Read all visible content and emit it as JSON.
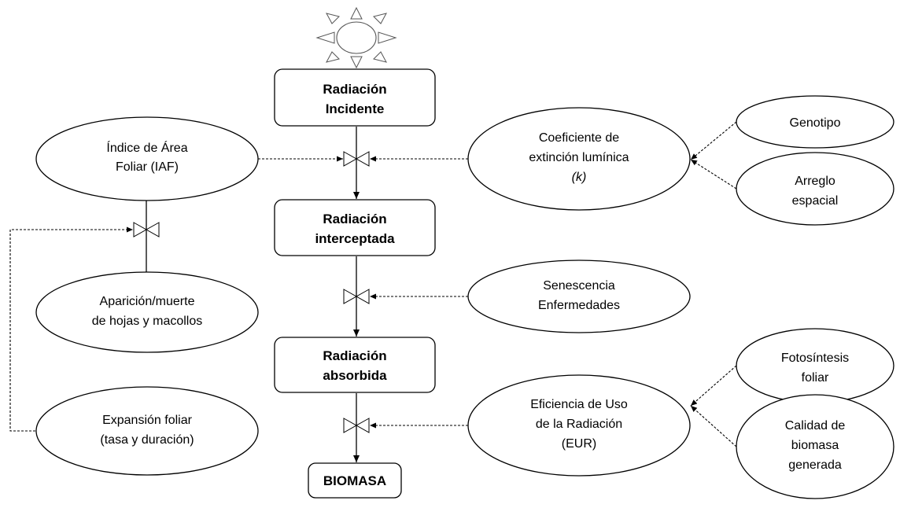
{
  "boxes": {
    "incidente": [
      "Radiación",
      "Incidente"
    ],
    "interceptada": [
      "Radiación",
      "interceptada"
    ],
    "absorbida": [
      "Radiación",
      "absorbida"
    ],
    "biomasa": [
      "BIOMASA"
    ]
  },
  "ellipses": {
    "iaf": [
      "Índice de Área",
      "Foliar (IAF)"
    ],
    "coeficiente": [
      "Coeficiente de",
      "extinción lumínica",
      "(k)"
    ],
    "genotipo": [
      "Genotipo"
    ],
    "arreglo": [
      "Arreglo",
      "espacial"
    ],
    "aparicion": [
      "Aparición/muerte",
      "de hojas y macollos"
    ],
    "senescencia": [
      "Senescencia",
      "Enfermedades"
    ],
    "fotosintesis": [
      "Fotosíntesis",
      "foliar"
    ],
    "eficiencia": [
      "Eficiencia de Uso",
      "de la Radiación",
      "(EUR)"
    ],
    "expansion": [
      "Expansión foliar",
      "(tasa y duración)"
    ],
    "calidad": [
      "Calidad de",
      "biomasa",
      "generada"
    ]
  },
  "icons": {
    "sun": "sun-icon",
    "valve": "valve-icon"
  }
}
